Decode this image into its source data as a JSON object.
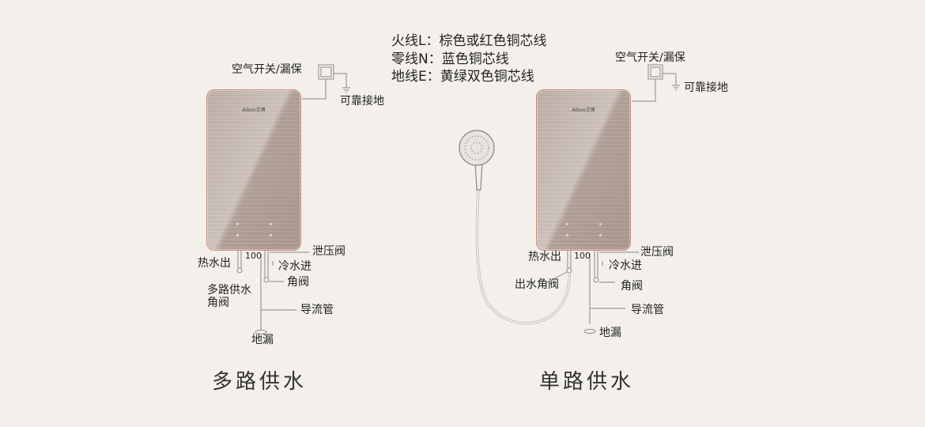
{
  "legend": [
    "火线L：棕色或红色铜芯线",
    "零线N：蓝色铜芯线",
    "地线E：黄绿双色铜芯线"
  ],
  "left": {
    "title": "多路供水",
    "logo": "Aiboo艾博",
    "breaker": "空气开关/漏保",
    "ground": "可靠接地",
    "hot_out": "热水出",
    "size": "100",
    "relief_valve": "泄压阀",
    "cold_in": "冷水进",
    "multi_valve_1": "多路供水",
    "multi_valve_2": "角阀",
    "angle_valve": "角阀",
    "drain_pipe": "导流管",
    "floor_drain": "地漏"
  },
  "right": {
    "title": "单路供水",
    "logo": "Aiboo艾博",
    "breaker": "空气开关/漏保",
    "ground": "可靠接地",
    "hot_out": "热水出",
    "size": "100",
    "relief_valve": "泄压阀",
    "cold_in": "冷水进",
    "outlet_valve": "出水角阀",
    "angle_valve": "角阀",
    "drain_pipe": "导流管",
    "floor_drain": "地漏"
  },
  "colors": {
    "background": "#f3f0ec",
    "heater_border": "#c88a7a",
    "line": "#999999"
  }
}
